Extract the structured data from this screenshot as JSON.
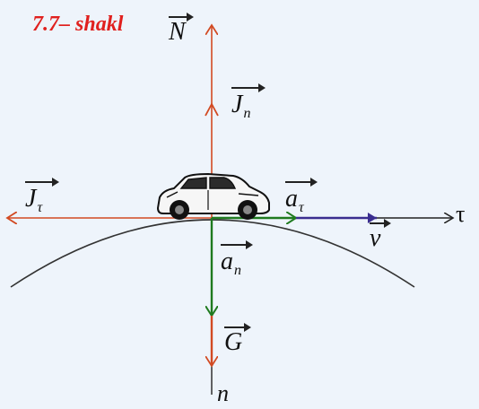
{
  "title": "7.7– shakl",
  "labels": {
    "N": "N",
    "Jn": "J",
    "Jn_sub": "n",
    "Jtau": "J",
    "Jtau_sub": "τ",
    "atau": "a",
    "atau_sub": "τ",
    "v": "v",
    "an": "a",
    "an_sub": "n",
    "G": "G",
    "tau_axis": "τ",
    "n_axis": "n"
  },
  "colors": {
    "background": "#eef4fb",
    "title": "#e0201e",
    "orange_vector": "#d24a22",
    "green_vector": "#1f7a1f",
    "blue_vector": "#3a2d8f",
    "axis": "#222222"
  },
  "icons": {
    "car": "car-icon"
  }
}
